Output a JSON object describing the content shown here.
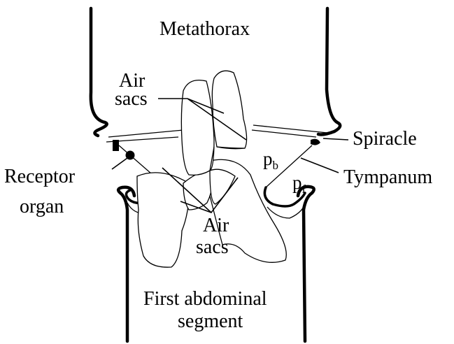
{
  "labels": {
    "metathorax": "Metathorax",
    "air_sacs_top_line1": "Air",
    "air_sacs_top_line2": "sacs",
    "spiracle": "Spiracle",
    "p_b_main": "p",
    "p_b_sub": "b",
    "p_f_main": "p",
    "p_f_sub": "f",
    "tympanum": "Tympanum",
    "receptor_line1": "Receptor",
    "receptor_line2": "organ",
    "air_sacs_bottom_line1": "Air",
    "air_sacs_bottom_line2": "sacs",
    "first_abdominal_line1": "First abdominal",
    "first_abdominal_line2": "segment"
  },
  "colors": {
    "background": "#ffffff",
    "ink": "#000000"
  }
}
